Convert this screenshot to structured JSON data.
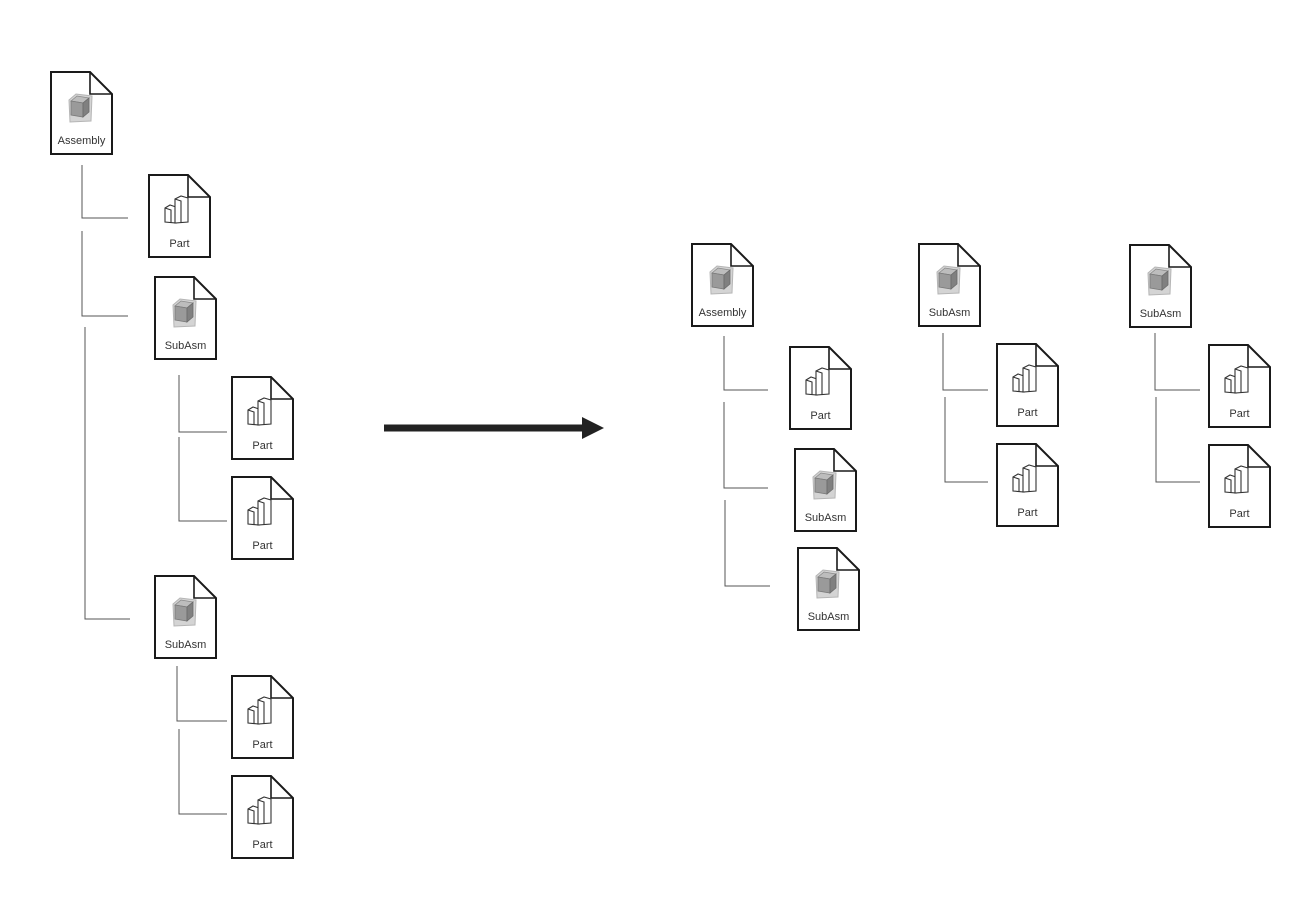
{
  "labels": {
    "assembly": "Assembly",
    "subasm": "SubAsm",
    "part": "Part"
  },
  "colors": {
    "stroke": "#1a1a1a",
    "connector": "#555555",
    "arrow": "#222222",
    "cube_fill": "#9a9a9a",
    "cube_light": "#d4d4d4"
  },
  "before": {
    "name": "nested-structure",
    "root": {
      "kind": "assembly",
      "children": [
        {
          "kind": "part"
        },
        {
          "kind": "subasm",
          "children": [
            {
              "kind": "part"
            },
            {
              "kind": "part"
            }
          ]
        },
        {
          "kind": "subasm",
          "children": [
            {
              "kind": "part"
            },
            {
              "kind": "part"
            }
          ]
        }
      ]
    }
  },
  "after": {
    "name": "flattened-structure",
    "groups": [
      {
        "kind": "assembly",
        "children": [
          {
            "kind": "part"
          },
          {
            "kind": "subasm"
          },
          {
            "kind": "subasm"
          }
        ]
      },
      {
        "kind": "subasm",
        "children": [
          {
            "kind": "part"
          },
          {
            "kind": "part"
          }
        ]
      },
      {
        "kind": "subasm",
        "children": [
          {
            "kind": "part"
          },
          {
            "kind": "part"
          }
        ]
      }
    ]
  },
  "icons": {
    "assembly": "assembly-cube-icon",
    "subasm": "subassembly-cube-icon",
    "part": "part-blocks-icon",
    "transition": "arrow-right-icon"
  }
}
